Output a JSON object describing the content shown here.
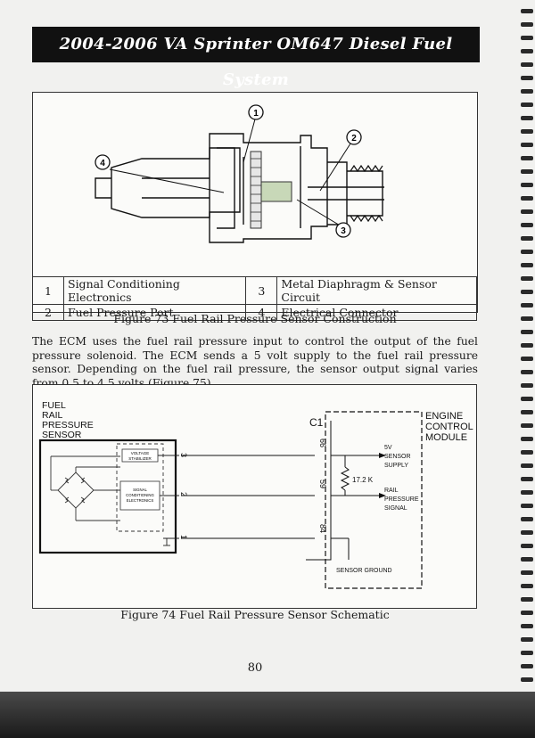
{
  "header": {
    "title": "2004-2006 VA Sprinter OM647 Diesel Fuel System"
  },
  "figure73": {
    "callouts": [
      "1",
      "2",
      "3",
      "4"
    ],
    "legend_rows": [
      [
        "1",
        "Signal Conditioning Electronics",
        "3",
        "Metal Diaphragm & Sensor Circuit"
      ],
      [
        "2",
        "Fuel Pressure Port",
        "4",
        "Electrical Connector"
      ]
    ],
    "caption": "Figure 73 Fuel Rail Pressure Sensor Construction"
  },
  "body_text": "The ECM uses the fuel rail pressure input to control the output of the fuel pressure solenoid. The ECM sends a 5 volt supply to the fuel rail pressure sensor. Depending on the fuel rail pressure, the sensor output signal varies from 0.5 to 4.5 volts (Figure 75).",
  "figure74": {
    "sensor_label": [
      "FUEL",
      "RAIL",
      "PRESSURE",
      "SENSOR"
    ],
    "module_label": [
      "ENGINE",
      "CONTROL",
      "MODULE"
    ],
    "connector": "C1",
    "voltage_stabilizer": [
      "VOLTAGE",
      "STABILIZER"
    ],
    "signal_conditioning": [
      "SIGNAL",
      "CONDITIONING",
      "ELECTRONICS"
    ],
    "pins": [
      {
        "sensor_pin": "3",
        "ecm_pin": "66"
      },
      {
        "sensor_pin": "2",
        "ecm_pin": "59"
      },
      {
        "sensor_pin": "1",
        "ecm_pin": "84"
      }
    ],
    "supply_label": [
      "5V",
      "SENSOR",
      "SUPPLY"
    ],
    "resistor_label": "17.2 K",
    "signal_label": [
      "RAIL",
      "PRESSURE",
      "SIGNAL"
    ],
    "ground_label": "SENSOR GROUND",
    "caption": "Figure 74 Fuel Rail Pressure Sensor Schematic"
  },
  "page_number": "80"
}
